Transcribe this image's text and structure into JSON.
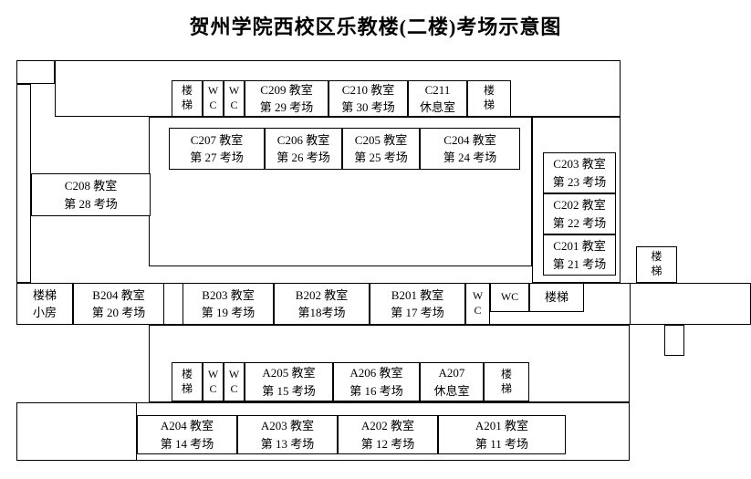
{
  "title": "贺州学院西校区乐教楼(二楼)考场示意图",
  "rooms": {
    "stairs_top_left": [
      "楼",
      "梯"
    ],
    "wc_top_1": [
      "W",
      "C"
    ],
    "wc_top_2": [
      "W",
      "C"
    ],
    "c209": [
      "C209 教室",
      "第 29 考场"
    ],
    "c210": [
      "C210 教室",
      "第 30 考场"
    ],
    "c211": [
      "C211",
      "休息室"
    ],
    "stairs_top_right": [
      "楼",
      "梯"
    ],
    "c207": [
      "C207 教室",
      "第 27 考场"
    ],
    "c206": [
      "C206 教室",
      "第 26 考场"
    ],
    "c205": [
      "C205 教室",
      "第 25 考场"
    ],
    "c204": [
      "C204 教室",
      "第 24 考场"
    ],
    "c208": [
      "C208 教室",
      "第 28 考场"
    ],
    "c203": [
      "C203 教室",
      "第 23 考场"
    ],
    "c202": [
      "C202 教室",
      "第 22 考场"
    ],
    "c201": [
      "C201 教室",
      "第 21 考场"
    ],
    "stairs_right": [
      "楼",
      "梯"
    ],
    "stairs_small_room": [
      "楼梯",
      "小房"
    ],
    "b204": [
      "B204 教室",
      "第 20 考场"
    ],
    "b203": [
      "B203 教室",
      "第 19 考场"
    ],
    "b202": [
      "B202 教室",
      "第18考场"
    ],
    "b201": [
      "B201 教室",
      "第 17 考场"
    ],
    "wc_mid_1": [
      "W",
      "C"
    ],
    "wc_mid_2": [
      "WC"
    ],
    "stairs_mid": [
      "楼梯"
    ],
    "stairs_low_left": [
      "楼",
      "梯"
    ],
    "wc_low_1": [
      "W",
      "C"
    ],
    "wc_low_2": [
      "W",
      "C"
    ],
    "a205": [
      "A205 教室",
      "第 15 考场"
    ],
    "a206": [
      "A206 教室",
      "第 16 考场"
    ],
    "a207": [
      "A207",
      "休息室"
    ],
    "stairs_low_right": [
      "楼",
      "梯"
    ],
    "a204": [
      "A204 教室",
      "第 14 考场"
    ],
    "a203": [
      "A203 教室",
      "第 13 考场"
    ],
    "a202": [
      "A202 教室",
      "第 12 考场"
    ],
    "a201": [
      "A201 教室",
      "第 11 考场"
    ]
  }
}
